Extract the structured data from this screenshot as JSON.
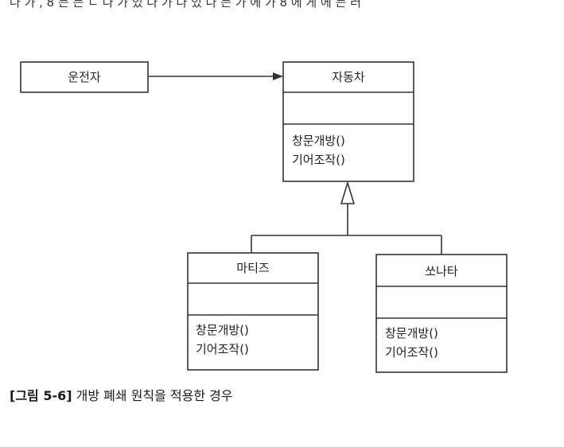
{
  "top_text": "나 가 , 8 는 는 ㄷ 나 가 있 나 가 나 있 나 는 가 에 가 8 에 게 에 는 러 ",
  "classes": {
    "driver": {
      "name": "운전자"
    },
    "car": {
      "name": "자동차",
      "methods": [
        "창문개방()",
        "기어조작()"
      ]
    },
    "matiz": {
      "name": "마티즈",
      "methods": [
        "창문개방()",
        "기어조작()"
      ]
    },
    "sonata": {
      "name": "쏘나타",
      "methods": [
        "창문개방()",
        "기어조작()"
      ]
    }
  },
  "relations": [
    {
      "from": "운전자",
      "to": "자동차",
      "type": "association"
    },
    {
      "from": "마티즈",
      "to": "자동차",
      "type": "generalization"
    },
    {
      "from": "쏘나타",
      "to": "자동차",
      "type": "generalization"
    }
  ],
  "caption": {
    "tag": "[그림 5-6]",
    "text": "개방 폐쇄 원칙을 적용한 경우"
  }
}
